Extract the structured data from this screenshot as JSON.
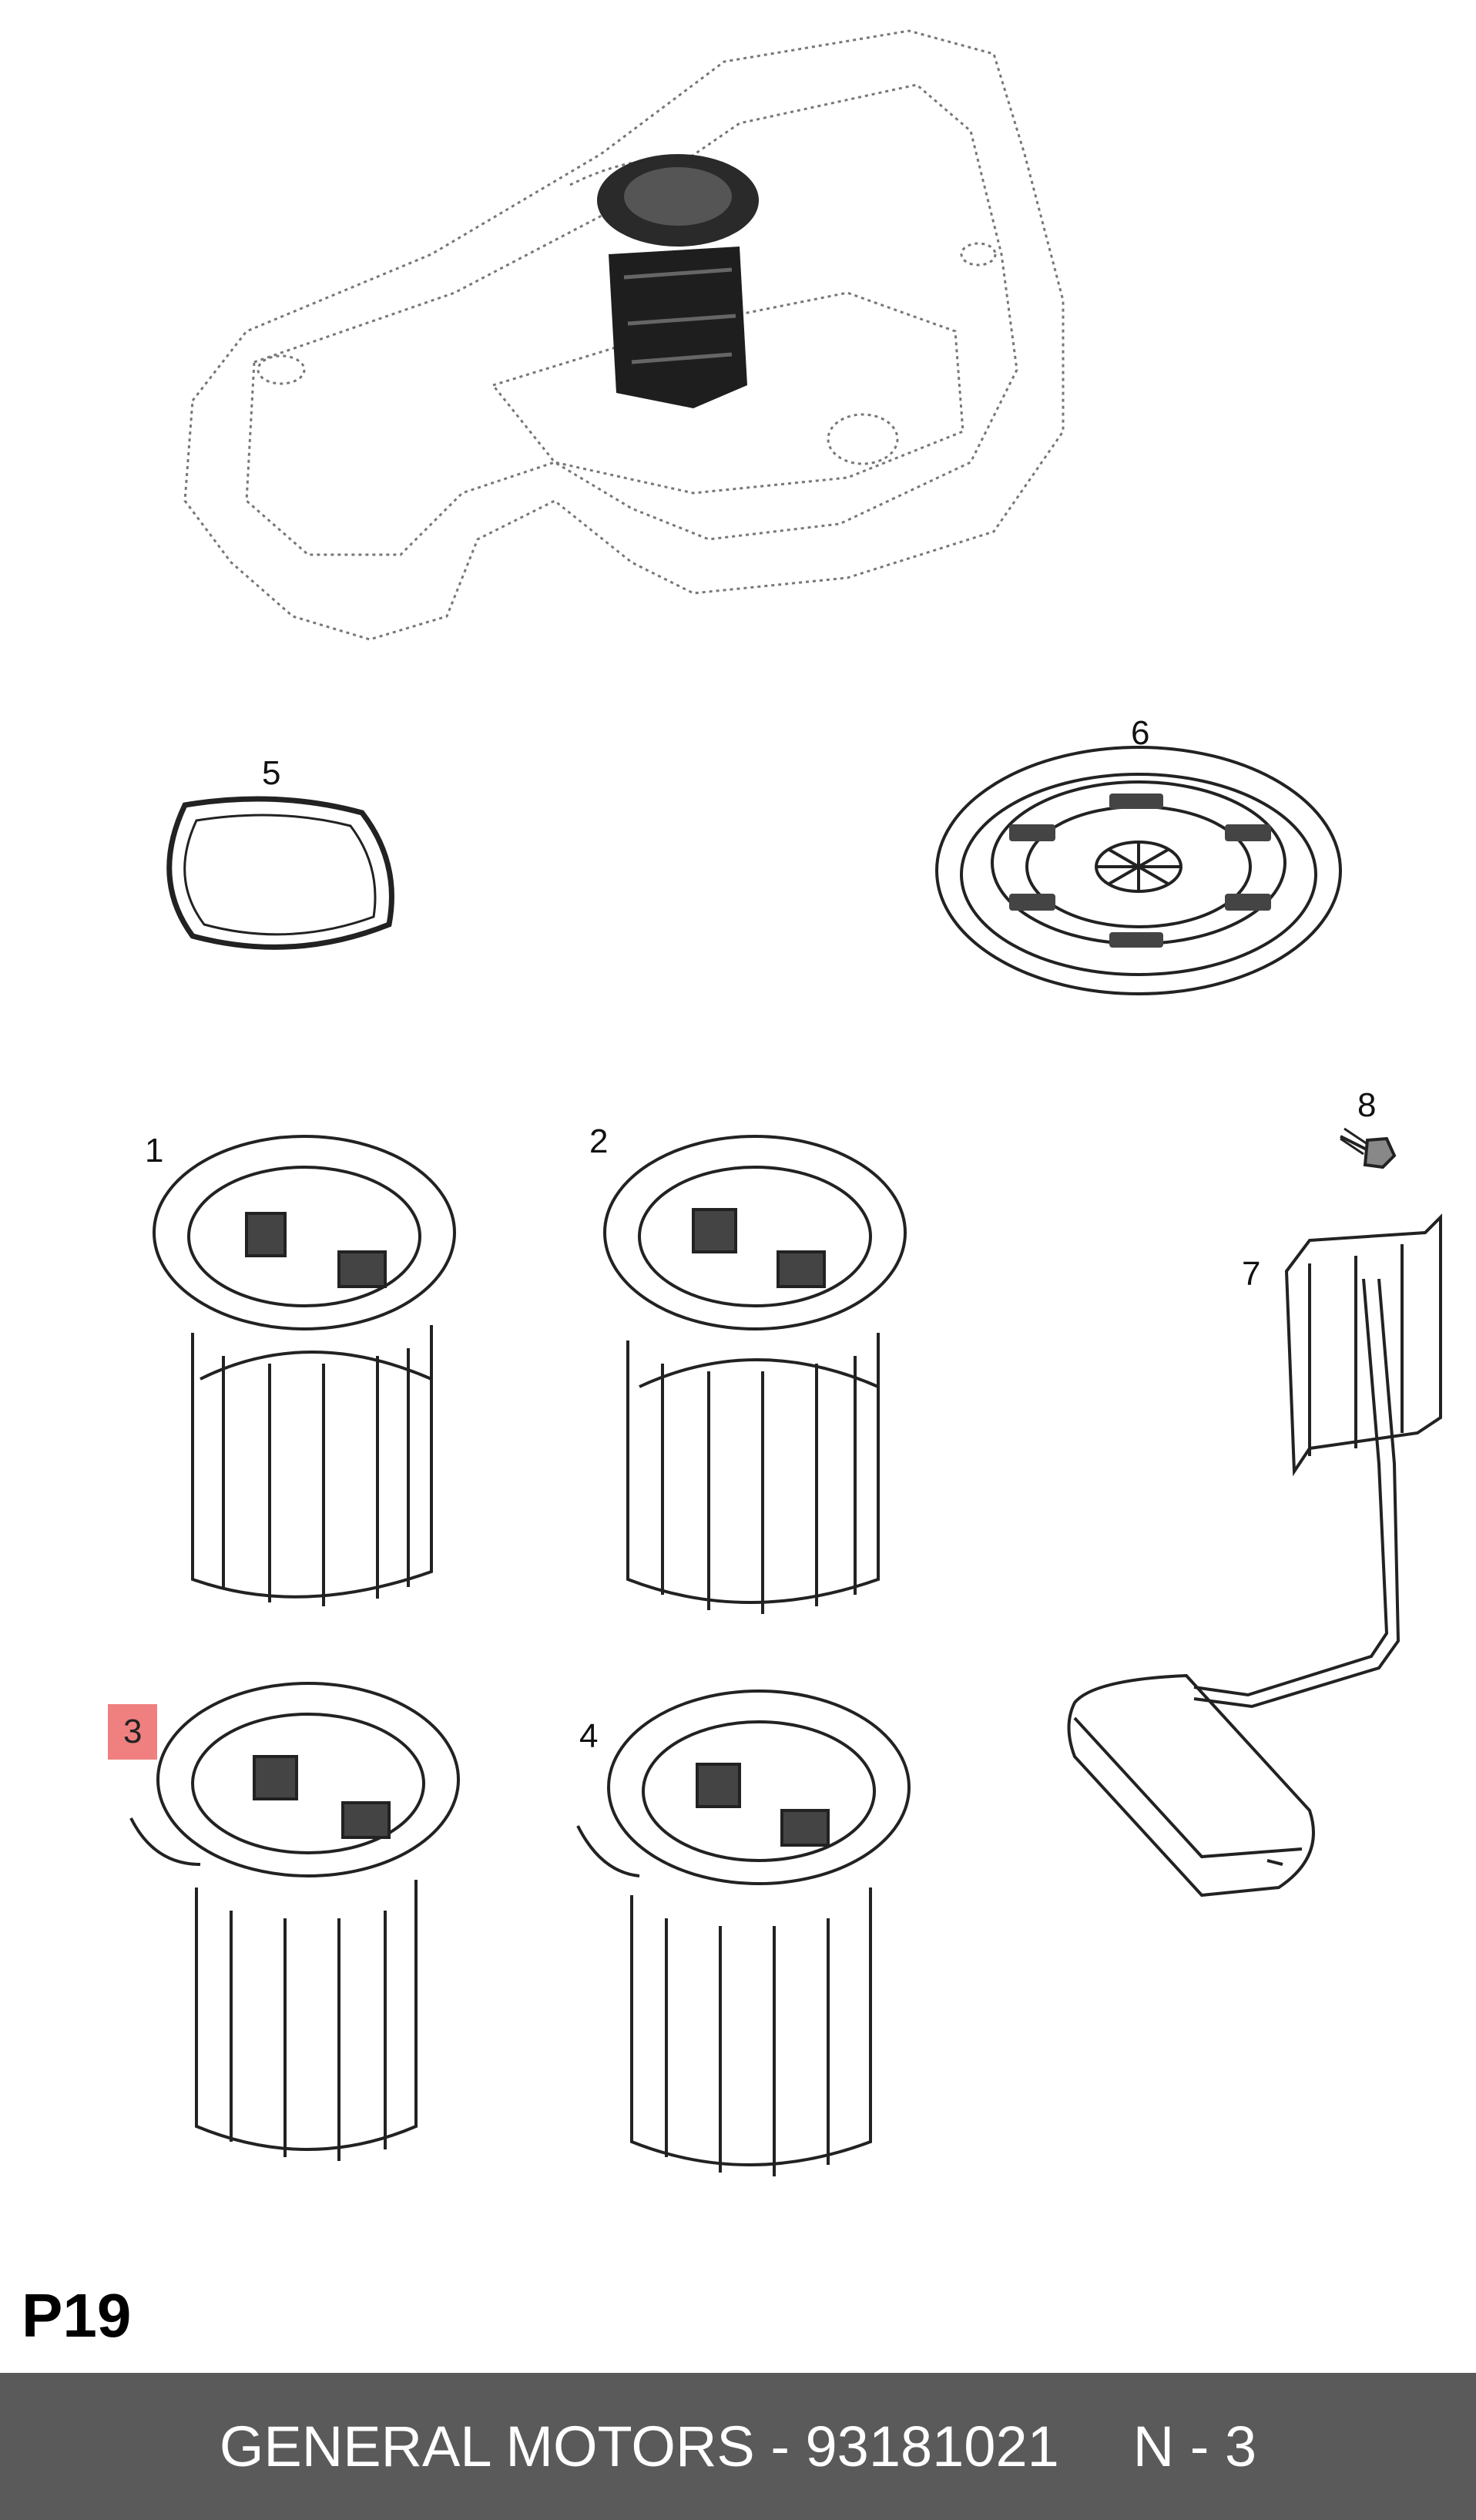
{
  "callouts": {
    "c1": "1",
    "c2": "2",
    "c3": "3",
    "c4": "4",
    "c5": "5",
    "c6": "6",
    "c7": "7",
    "c8": "8"
  },
  "highlight_color": "#f08080",
  "page_code": "P19",
  "footer": {
    "brand_part": "GENERAL MOTORS - 93181021",
    "ref": "N - 3",
    "background_color": "#5a5a5a"
  }
}
